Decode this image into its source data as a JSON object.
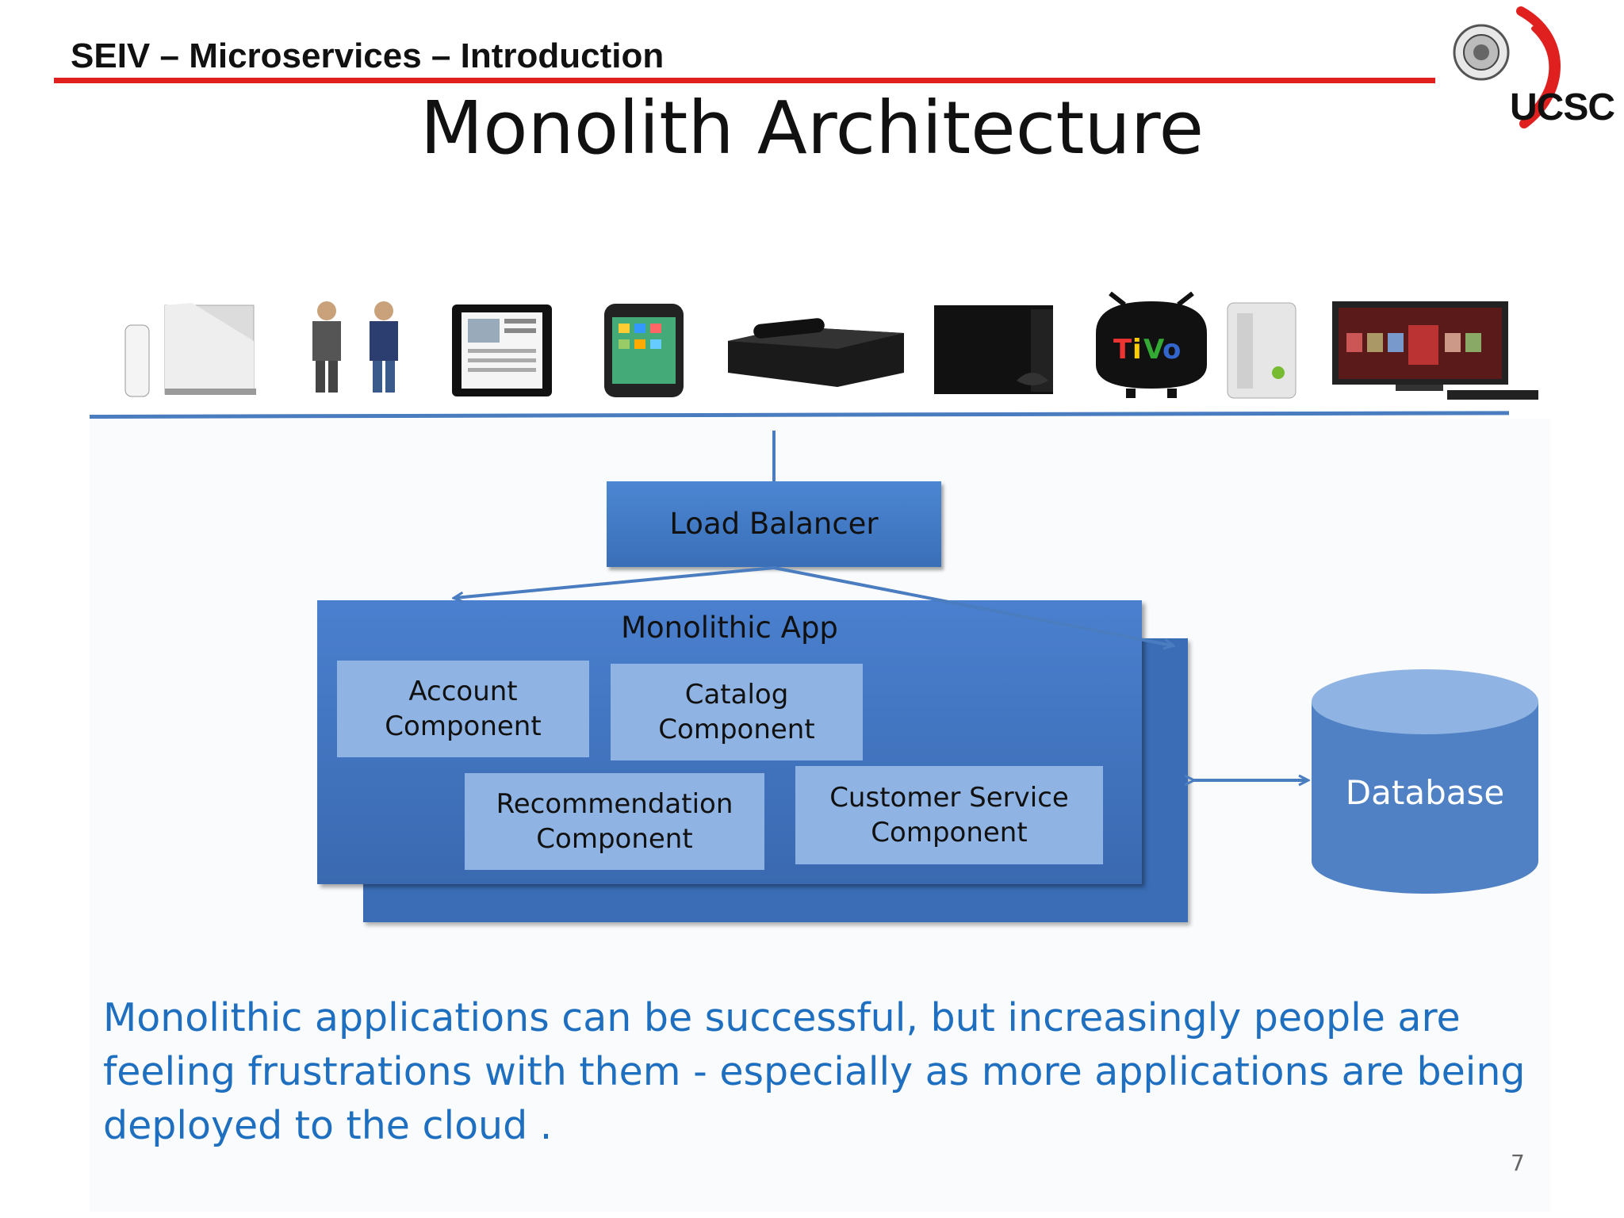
{
  "header": {
    "course_title": "SEIV – Microservices – Introduction"
  },
  "slide": {
    "title": "Monolith Architecture",
    "page_number": "7"
  },
  "logo": {
    "text": "UCSC"
  },
  "clients": [
    "wii-console-icon",
    "people-icon",
    "tablet-icon",
    "smartphone-icon",
    "set-top-box-icon",
    "playstation-icon",
    "tivo-icon",
    "xbox-icon",
    "smart-tv-icon"
  ],
  "diagram": {
    "load_balancer": "Load Balancer",
    "app_label": "Monolithic App",
    "components": {
      "account": [
        "Account",
        "Component"
      ],
      "catalog": [
        "Catalog",
        "Component"
      ],
      "recommendation": [
        "Recommendation",
        "Component"
      ],
      "customer_service": [
        "Customer Service",
        "Component"
      ]
    },
    "database": "Database"
  },
  "caption": "Monolithic applications can be successful, but increasingly people are feeling frustrations with them - especially as more applications are being deployed to the cloud .",
  "colors": {
    "accent_red": "#e0201f",
    "box_blue": "#3a6fb8",
    "component_blue": "#8fb4e3",
    "caption_blue": "#1f6fc0"
  }
}
